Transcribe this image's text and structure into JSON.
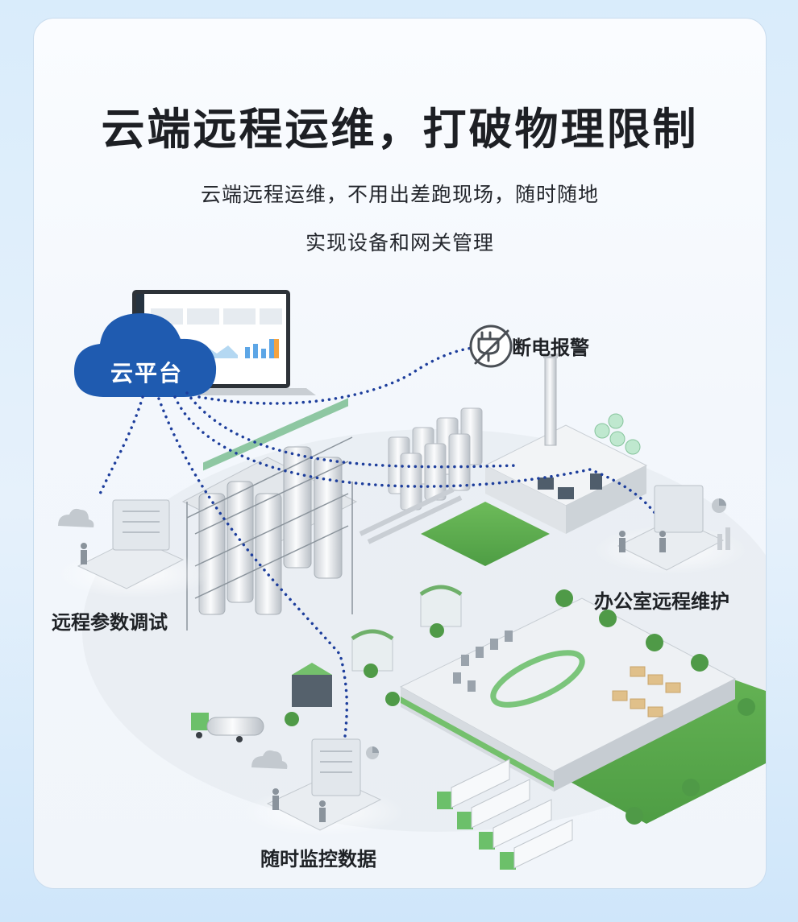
{
  "header": {
    "title": "云端远程运维，打破物理限制",
    "subtitle_line1": "云端远程运维，不用出差跑现场，随时随地",
    "subtitle_line2": "实现设备和网关管理"
  },
  "cloud": {
    "label": "云平台"
  },
  "callouts": {
    "alarm": "断电报警",
    "remote_tuning": "远程参数调试",
    "office_maintenance": "办公室远程维护",
    "monitoring": "随时监控数据"
  },
  "colors": {
    "cloud": "#1f5bb0",
    "dotted_line": "#1d3e9c",
    "grass": "#5cad4f",
    "truck_cab": "#6cc06a",
    "title": "#1d1f24"
  },
  "icons": [
    "cloud-icon",
    "power-off-icon",
    "laptop-icon",
    "person-icon",
    "pie-chart-icon"
  ]
}
